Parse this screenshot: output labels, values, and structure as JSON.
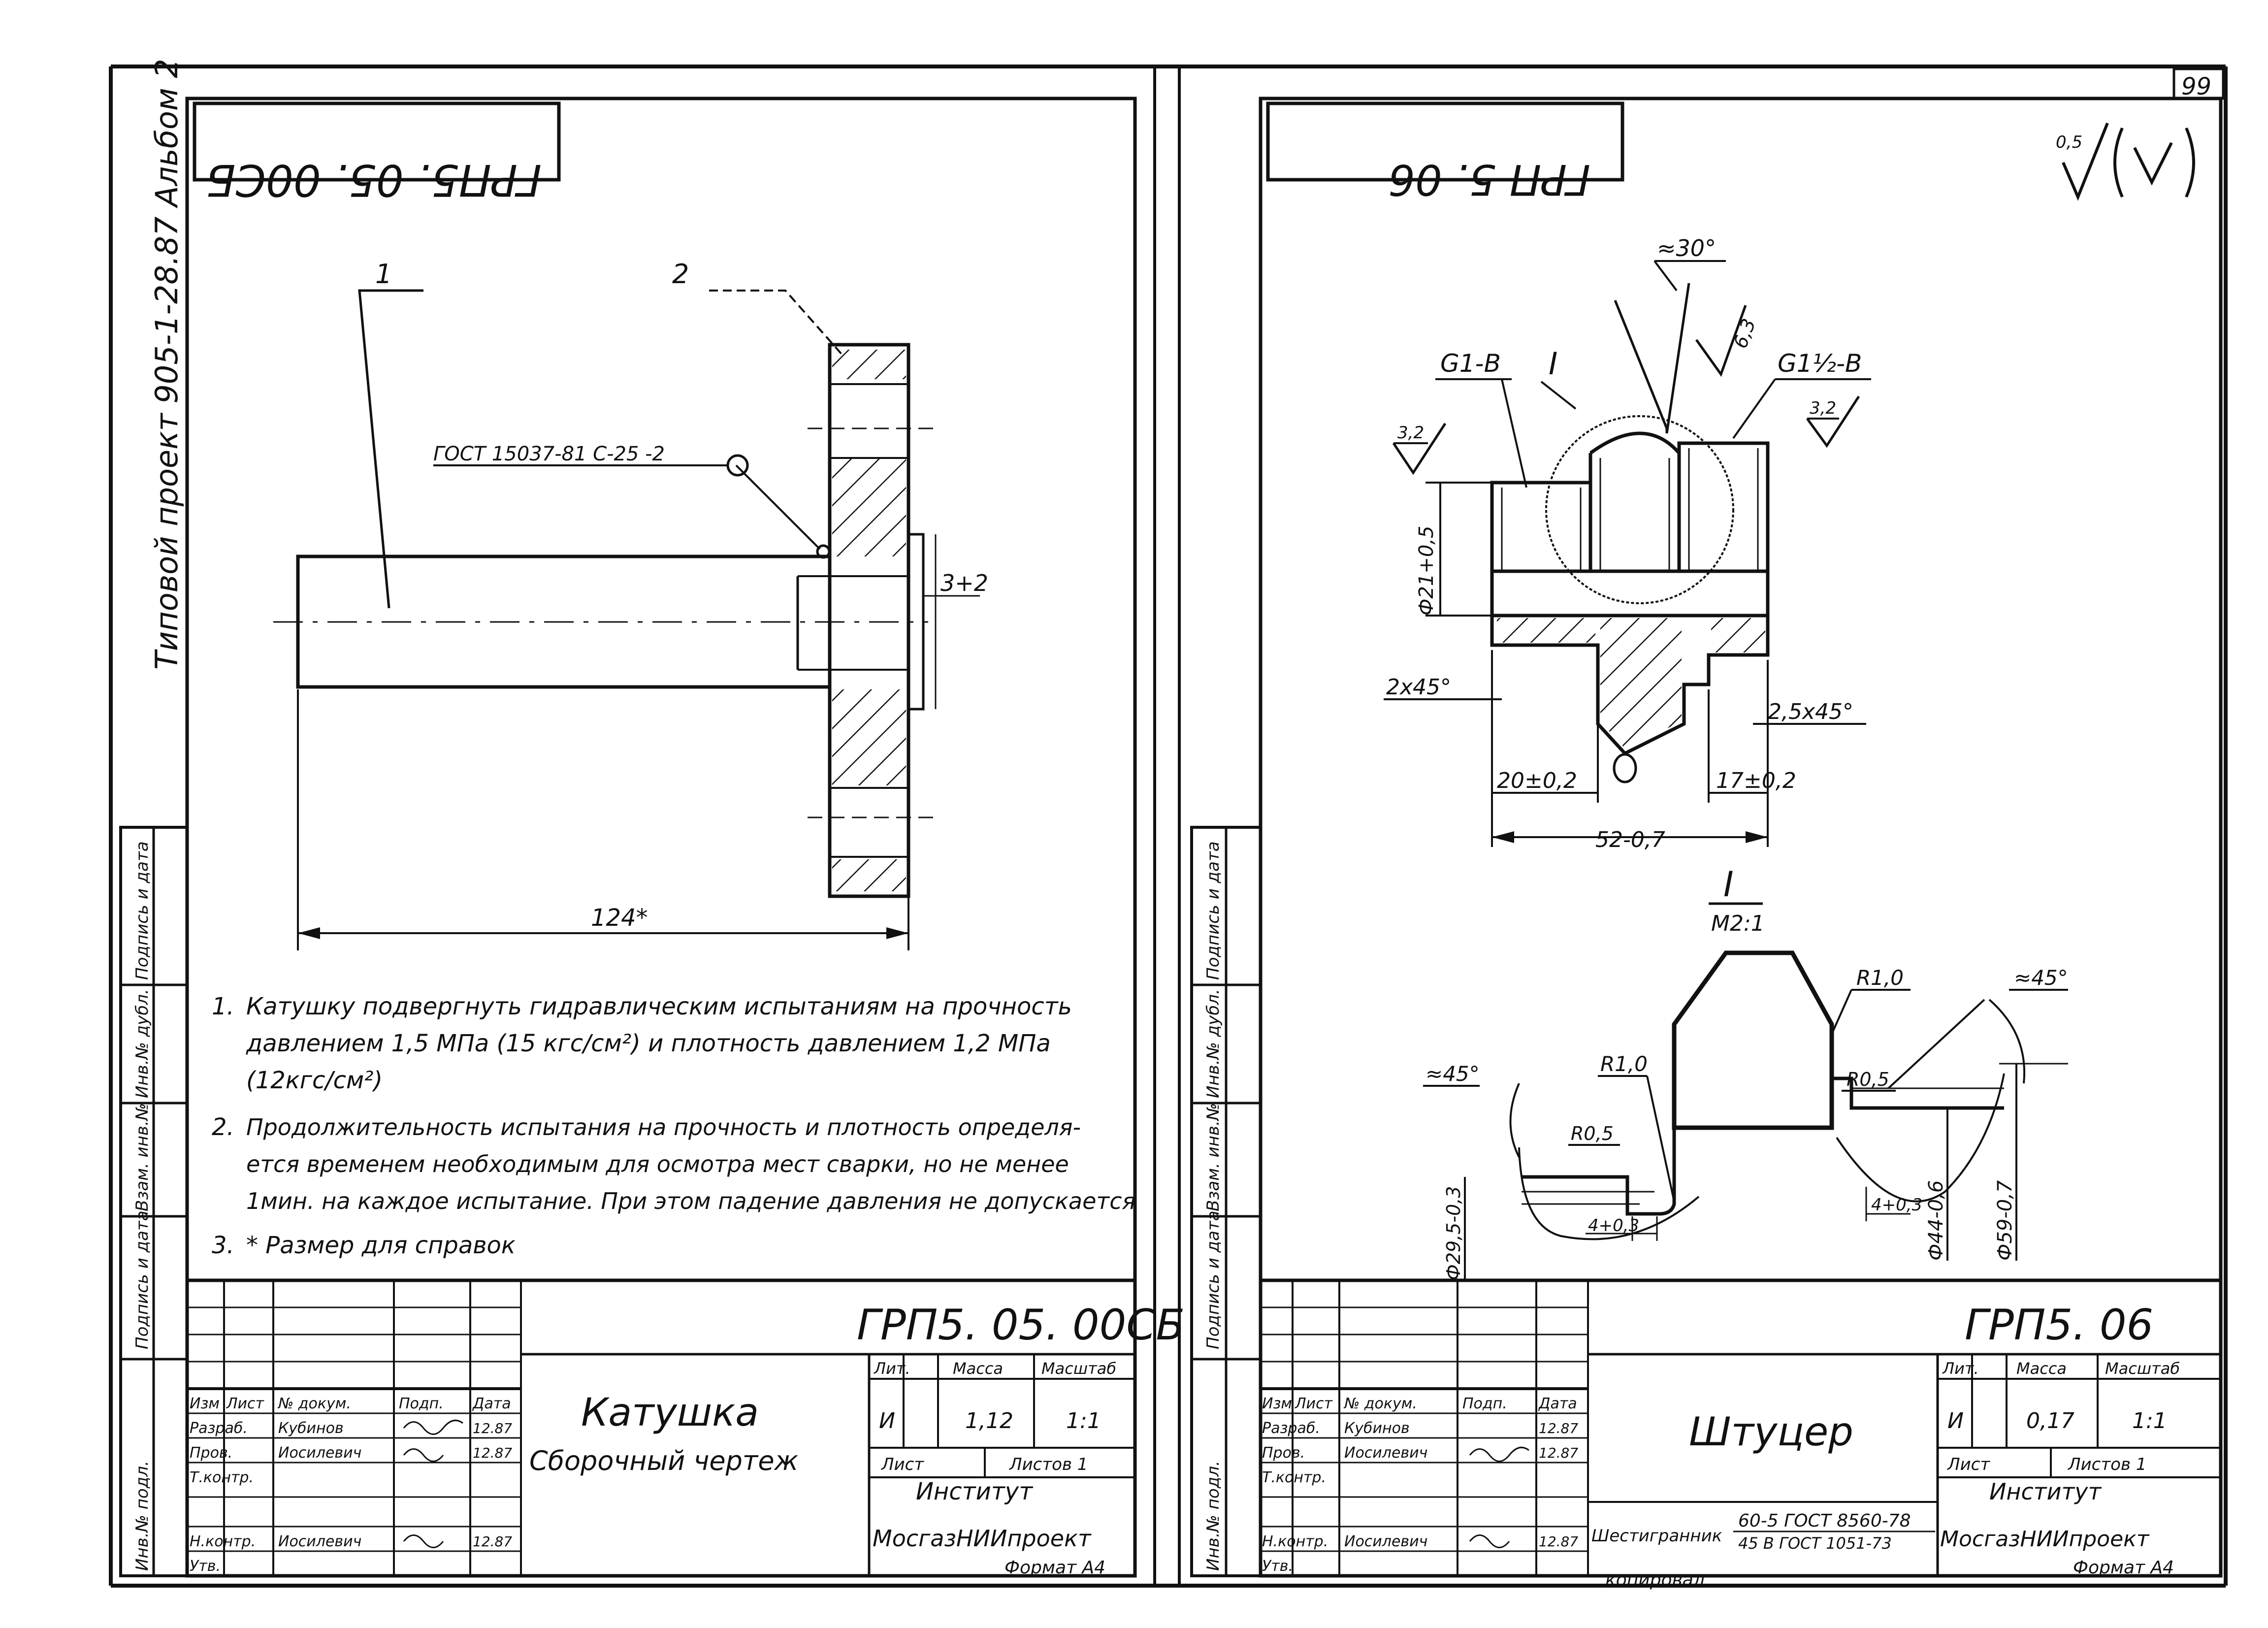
{
  "page_number": "99",
  "left_sheet": {
    "side_text": "Типовой проект 905-1-28.87 Альбом 2",
    "corner_code": "ГРП5. 05. 00СБ",
    "leaders": [
      "1",
      "2"
    ],
    "weld_mark": "ГОСТ 15037-81 С-25 -2",
    "dim_flange_gap": "3+2",
    "dim_length": "124*",
    "notes": [
      {
        "num": "1.",
        "lines": [
          "Катушку подвергнуть гидравлическим испытаниям на прочность",
          "давлением 1,5 МПа (15 кгс/см²) и плотность давлением 1,2 МПа",
          "(12кгс/см²)"
        ]
      },
      {
        "num": "2.",
        "lines": [
          "Продолжительность испытания на прочность и плотность определя-",
          "ется временем необходимым для осмотра мест сварки, но не менее",
          "1мин. на каждое испытание. При этом падение давления не допускается"
        ]
      },
      {
        "num": "3.",
        "lines": [
          "* Размер для справок"
        ]
      }
    ],
    "title_block": {
      "code": "ГРП5. 05. 00СБ",
      "name": "Катушка",
      "subtitle": "Сборочный чертеж",
      "col_headers": [
        "Изм",
        "Лист",
        "№ докум.",
        "Подп.",
        "Дата"
      ],
      "rows": [
        {
          "role": "Разраб.",
          "name": "Кубинов",
          "date": "12.87"
        },
        {
          "role": "Пров.",
          "name": "Иосилевич",
          "date": "12.87"
        },
        {
          "role": "Т.контр.",
          "name": "",
          "date": ""
        },
        {
          "role": "",
          "name": "",
          "date": ""
        },
        {
          "role": "Н.контр.",
          "name": "Иосилевич",
          "date": "12.87"
        },
        {
          "role": "Утв.",
          "name": "",
          "date": ""
        }
      ],
      "lit_label": "Лит.",
      "mass_label": "Масса",
      "scale_label": "Масштаб",
      "lit": "И",
      "mass": "1,12",
      "scale": "1:1",
      "sheet_label": "Лист",
      "sheets_label": "Листов 1",
      "org_line1": "Институт",
      "org_line2": "МосгазНИИпроект",
      "format": "Формат А4"
    },
    "side_column_labels": [
      "Инв.№ подл.",
      "Подпись и дата",
      "Взам. инв.№",
      "Инв.№ дубл.",
      "Подпись и дата"
    ]
  },
  "right_sheet": {
    "corner_code": "ГРП 5. 06",
    "roughness_mark": "0,5",
    "labels": {
      "angle_30": "≈30°",
      "roughness_63": "6,3",
      "thread_left": "G1-B",
      "thread_right": "G1½-B",
      "detail_mark": "I",
      "rough_left": "3,2",
      "rough_right": "3,2",
      "dia_21": "Ф21+0,5",
      "chamfer_left": "2х45°",
      "chamfer_right": "2,5х45°",
      "dim_20": "20±0,2",
      "dim_17": "17±0,2",
      "dim_52": "52-0,7"
    },
    "detail": {
      "title": "I",
      "scale": "М2:1",
      "r10_top": "R1,0",
      "r05_right": "R0,5",
      "angle_right": "≈45°",
      "angle_left": "≈45°",
      "r10_left": "R1,0",
      "r05_left": "R0,5",
      "dia_44": "Ф44-0,6",
      "dia_59": "Ф59-0,7",
      "dia_295": "Ф29,5-0,3",
      "dim_4_left": "4+0,3",
      "dim_4_right": "4+0,3"
    },
    "title_block": {
      "code": "ГРП5. 06",
      "name": "Штуцер",
      "col_headers": [
        "Изм",
        "Лист",
        "№ докум.",
        "Подп.",
        "Дата"
      ],
      "rows": [
        {
          "role": "Разраб.",
          "name": "Кубинов",
          "date": "12.87"
        },
        {
          "role": "Пров.",
          "name": "Иосилевич",
          "date": "12.87"
        },
        {
          "role": "Т.контр.",
          "name": "",
          "date": ""
        },
        {
          "role": "",
          "name": "",
          "date": ""
        },
        {
          "role": "Н.контр.",
          "name": "Иосилевич",
          "date": "12.87"
        },
        {
          "role": "Утв.",
          "name": "",
          "date": ""
        }
      ],
      "lit_label": "Лит.",
      "mass_label": "Масса",
      "scale_label": "Масштаб",
      "lit": "И",
      "mass": "0,17",
      "scale": "1:1",
      "sheet_label": "Лист",
      "sheets_label": "Листов 1",
      "material_label": "Шестигранник",
      "material_1": "60-5 ГОСТ 8560-78",
      "material_2": "45 В ГОСТ 1051-73",
      "org_line1": "Институт",
      "org_line2": "МосгазНИИпроект",
      "copied": "копировал",
      "format": "Формат А4"
    },
    "side_column_labels": [
      "Инв.№ подл.",
      "Подпись и дата",
      "Взам. инв.№",
      "Инв.№ дубл.",
      "Подпись и дата"
    ]
  }
}
